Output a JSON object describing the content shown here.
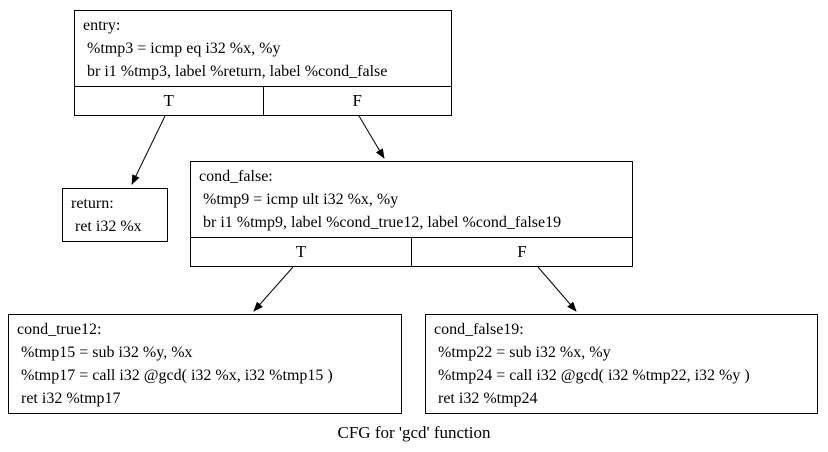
{
  "diagram": {
    "caption": "CFG for 'gcd' function",
    "colors": {
      "background": "#ffffff",
      "node_border": "#000000",
      "text": "#000000",
      "edge": "#000000"
    },
    "nodes": {
      "entry": {
        "title": "entry:",
        "lines": [
          " %tmp3 = icmp eq i32 %x, %y",
          " br i1 %tmp3, label %return, label %cond_false"
        ],
        "ports": [
          "T",
          "F"
        ]
      },
      "return": {
        "title": "return:",
        "lines": [
          " ret i32 %x"
        ]
      },
      "cond_false": {
        "title": "cond_false:",
        "lines": [
          " %tmp9 = icmp ult i32 %x, %y",
          " br i1 %tmp9, label %cond_true12, label %cond_false19"
        ],
        "ports": [
          "T",
          "F"
        ]
      },
      "cond_true12": {
        "title": "cond_true12:",
        "lines": [
          " %tmp15 = sub i32 %y, %x",
          " %tmp17 = call i32 @gcd( i32 %x, i32 %tmp15 )",
          " ret i32 %tmp17"
        ]
      },
      "cond_false19": {
        "title": "cond_false19:",
        "lines": [
          " %tmp22 = sub i32 %x, %y",
          " %tmp24 = call i32 @gcd( i32 %tmp22, i32 %y )",
          " ret i32 %tmp24"
        ]
      }
    },
    "edges": [
      {
        "from": "entry:T",
        "to": "return"
      },
      {
        "from": "entry:F",
        "to": "cond_false"
      },
      {
        "from": "cond_false:T",
        "to": "cond_true12"
      },
      {
        "from": "cond_false:F",
        "to": "cond_false19"
      }
    ]
  }
}
